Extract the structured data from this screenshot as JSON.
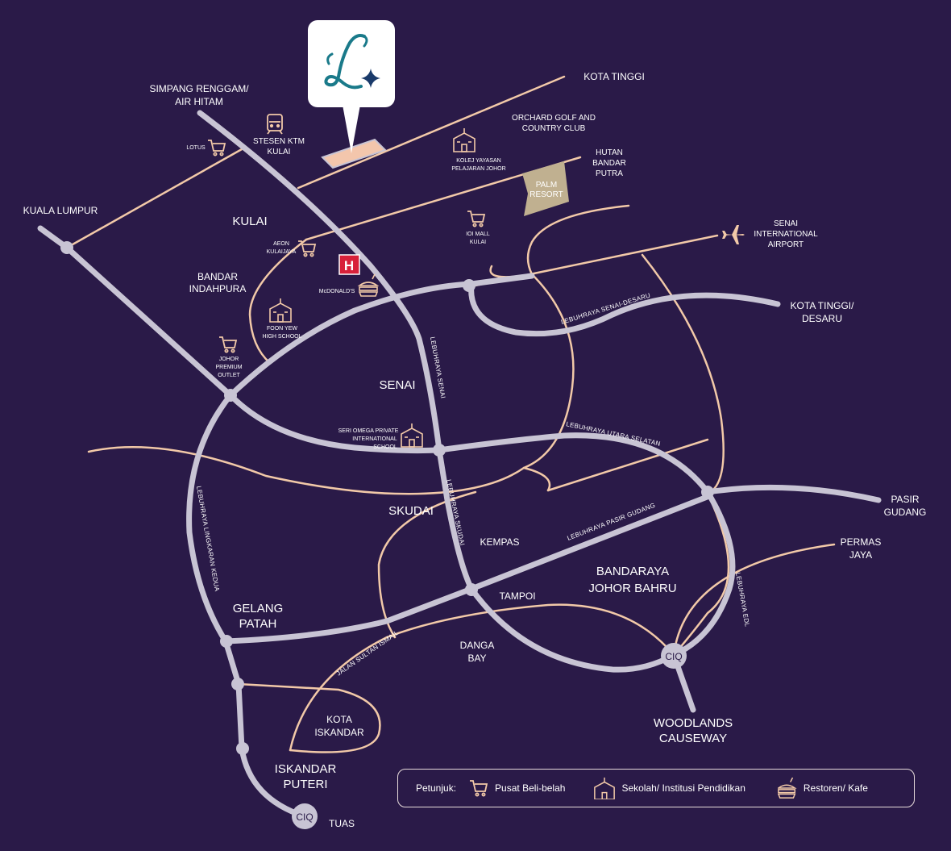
{
  "colors": {
    "background": "#2a1a48",
    "highway": "#c8c4d4",
    "road": "#f2c9a8",
    "node": "#c8c4d4",
    "logo": "#1a7a8a",
    "hospital": "#d8213a",
    "site": "#f3c6ac"
  },
  "brand": {
    "logo_icon": "l-star-logo-icon"
  },
  "places": {
    "simpang_renggam": "SIMPANG RENGGAM/",
    "air_hitam": "AIR HITAM",
    "kota_tinggi_ne": "KOTA TINGGI",
    "orchard_1": "ORCHARD GOLF AND",
    "orchard_2": "COUNTRY CLUB",
    "hutan_1": "HUTAN",
    "hutan_2": "BANDAR",
    "hutan_3": "PUTRA",
    "palm_1": "PALM",
    "palm_2": "RESORT",
    "kolej_1": "KOLEJ YAYASAN",
    "kolej_2": "PELAJARAN JOHOR",
    "stesen_1": "STESEN KTM",
    "stesen_2": "KULAI",
    "lotus": "LOTUS",
    "kuala_lumpur": "KUALA LUMPUR",
    "kulai": "KULAI",
    "aeon_1": "AEON",
    "aeon_2": "KULAIJAYA",
    "ioi_1": "IOI MALL",
    "ioi_2": "KULAI",
    "senai_airport_1": "SENAI",
    "senai_airport_2": "INTERNATIONAL",
    "senai_airport_3": "AIRPORT",
    "bandar_1": "BANDAR",
    "bandar_2": "INDAHPURA",
    "mcdonalds": "McDONALD'S",
    "foon_1": "FOON YEW",
    "foon_2": "HIGH SCHOOL",
    "kota_desaru_1": "KOTA TINGGI/",
    "kota_desaru_2": "DESARU",
    "johor_1": "JOHOR",
    "johor_2": "PREMIUM",
    "johor_3": "OUTLET",
    "senai": "SENAI",
    "seri_1": "SERI OMEGA PRIVATE",
    "seri_2": "INTERNATIONAL",
    "seri_3": "SCHOOL",
    "skudai": "SKUDAI",
    "pasir_1": "PASIR",
    "pasir_2": "GUDANG",
    "kempas": "KEMPAS",
    "permas_1": "PERMAS",
    "permas_2": "JAYA",
    "jb_1": "BANDARAYA",
    "jb_2": "JOHOR BAHRU",
    "gelang_1": "GELANG",
    "gelang_2": "PATAH",
    "tampoi": "TAMPOI",
    "danga_1": "DANGA",
    "danga_2": "BAY",
    "ciq": "CIQ",
    "woodlands_1": "WOODLANDS",
    "woodlands_2": "CAUSEWAY",
    "kota_iskandar_1": "KOTA",
    "kota_iskandar_2": "ISKANDAR",
    "iskandar_puteri_1": "ISKANDAR",
    "iskandar_puteri_2": "PUTERI",
    "tuas": "TUAS",
    "hospital": "H"
  },
  "highways": {
    "senai_desaru": "LEBUHRAYA SENAI-DESARU",
    "senai": "LEBUHRAYA SENAI",
    "utara_selatan": "LEBUHRAYA UTARA SELATAN",
    "skudai": "LEBUHRAYA SKUDAI",
    "pasir_gudang": "LEBUHRAYA PASIR GUDANG",
    "linkedua": "LEBUHRAYA LINGKARAN KEDUA",
    "edl": "LEBUHRAYA EDL",
    "sultan_ismail": "JALAN SULTAN ISMAIL"
  },
  "legend": {
    "title": "Petunjuk:",
    "shopping": "Pusat Beli-belah",
    "school": "Sekolah/ Institusi Pendidikan",
    "restaurant": "Restoren/ Kafe"
  }
}
